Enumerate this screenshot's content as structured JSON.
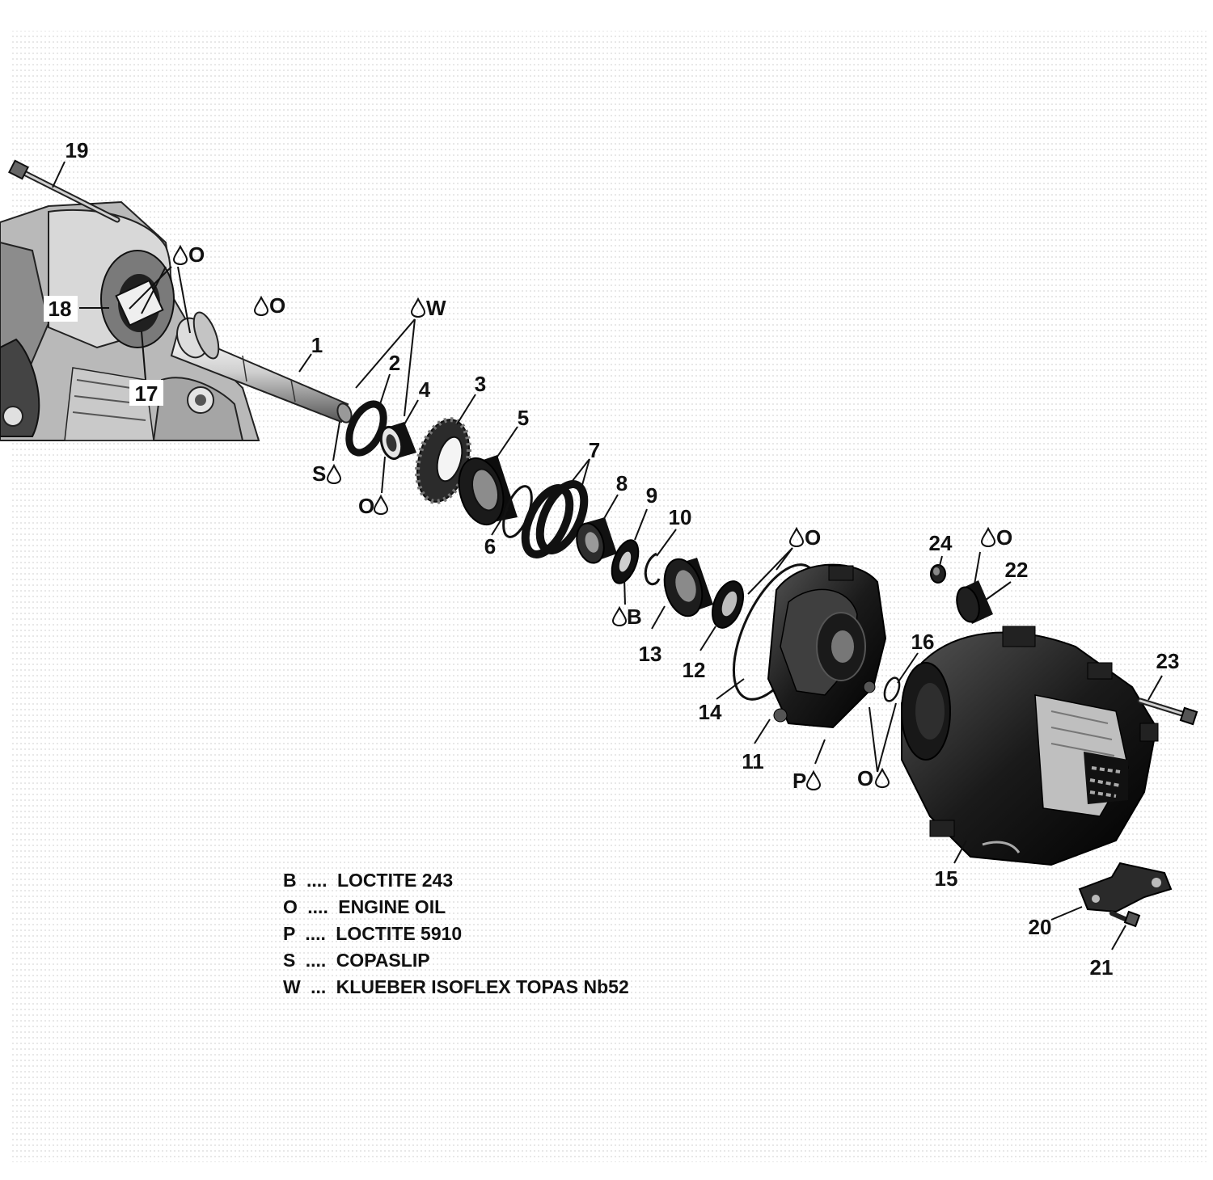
{
  "callouts": [
    {
      "id": "c1",
      "number": "1"
    },
    {
      "id": "c2",
      "number": "2"
    },
    {
      "id": "c3",
      "number": "3"
    },
    {
      "id": "c4",
      "number": "4"
    },
    {
      "id": "c5",
      "number": "5"
    },
    {
      "id": "c6",
      "number": "6"
    },
    {
      "id": "c7",
      "number": "7"
    },
    {
      "id": "c8",
      "number": "8"
    },
    {
      "id": "c9",
      "number": "9"
    },
    {
      "id": "c10",
      "number": "10"
    },
    {
      "id": "c11",
      "number": "11"
    },
    {
      "id": "c12",
      "number": "12"
    },
    {
      "id": "c13",
      "number": "13"
    },
    {
      "id": "c14",
      "number": "14"
    },
    {
      "id": "c15",
      "number": "15"
    },
    {
      "id": "c16",
      "number": "16"
    },
    {
      "id": "c17",
      "number": "17"
    },
    {
      "id": "c18",
      "number": "18"
    },
    {
      "id": "c19",
      "number": "19"
    },
    {
      "id": "c20",
      "number": "20"
    },
    {
      "id": "c21",
      "number": "21"
    },
    {
      "id": "c22",
      "number": "22"
    },
    {
      "id": "c23",
      "number": "23"
    },
    {
      "id": "c24",
      "number": "24"
    }
  ],
  "lubricant_marks": [
    {
      "id": "m-o-top",
      "letter": "O"
    },
    {
      "id": "m-o-shaft",
      "letter": "O"
    },
    {
      "id": "m-w",
      "letter": "W"
    },
    {
      "id": "m-s",
      "letter": "S"
    },
    {
      "id": "m-o-4",
      "letter": "O"
    },
    {
      "id": "m-b",
      "letter": "B"
    },
    {
      "id": "m-o-14",
      "letter": "O"
    },
    {
      "id": "m-o-22",
      "letter": "O"
    },
    {
      "id": "m-p",
      "letter": "P"
    },
    {
      "id": "m-o-16",
      "letter": "O"
    }
  ],
  "legend": [
    {
      "code": "B",
      "dots": "....",
      "product": "LOCTITE 243"
    },
    {
      "code": "O",
      "dots": "....",
      "product": "ENGINE OIL"
    },
    {
      "code": "P",
      "dots": "....",
      "product": "LOCTITE 5910"
    },
    {
      "code": "S",
      "dots": "....",
      "product": "COPASLIP"
    },
    {
      "code": "W",
      "dots": "...",
      "product": "KLUEBER ISOFLEX TOPAS Nb52"
    }
  ]
}
